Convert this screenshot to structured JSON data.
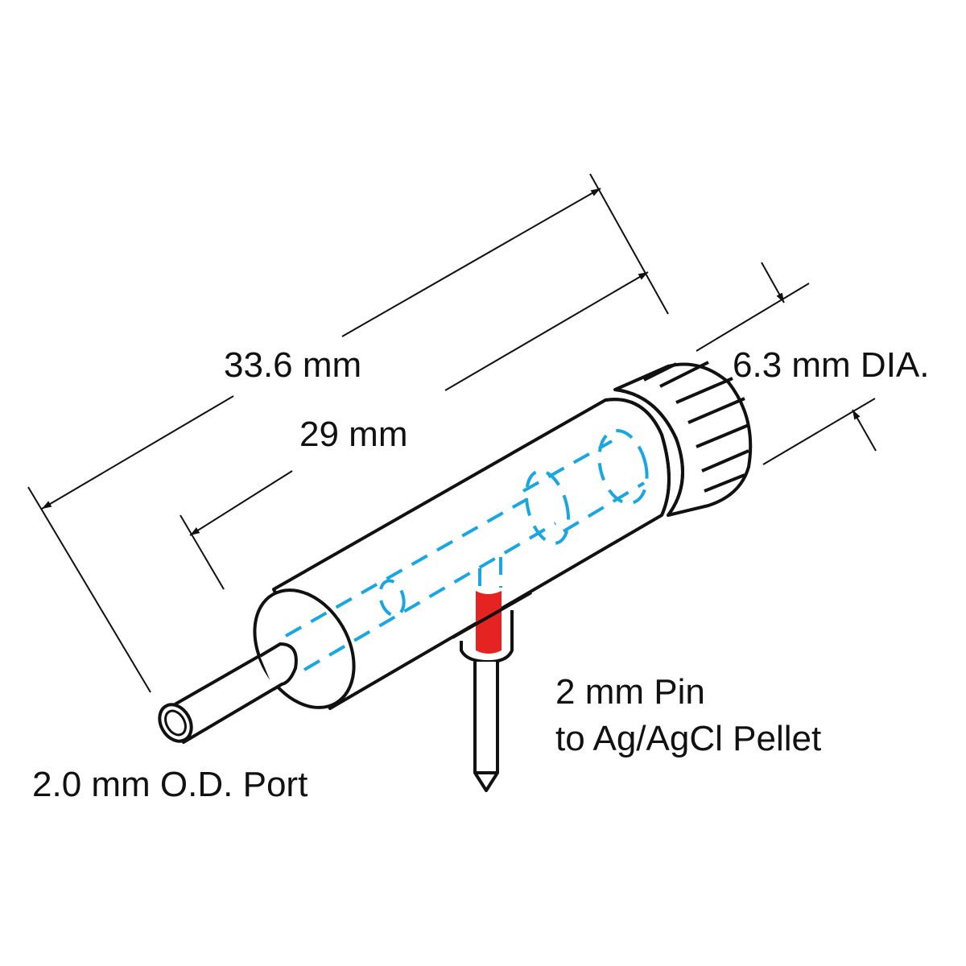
{
  "diagram": {
    "subject": "Electrode holder with port and pin",
    "colors": {
      "outline": "#111111",
      "hidden_lines": "#1aa7e0",
      "pellet": "#e52421",
      "background": "#ffffff"
    },
    "dimensions": {
      "overall_length": "33.6 mm",
      "body_length": "29 mm",
      "diameter": "6.3 mm DIA."
    },
    "callouts": {
      "port": "2.0 mm O.D. Port",
      "pin_line1": "2 mm Pin",
      "pin_line2": "to Ag/AgCl Pellet"
    }
  }
}
